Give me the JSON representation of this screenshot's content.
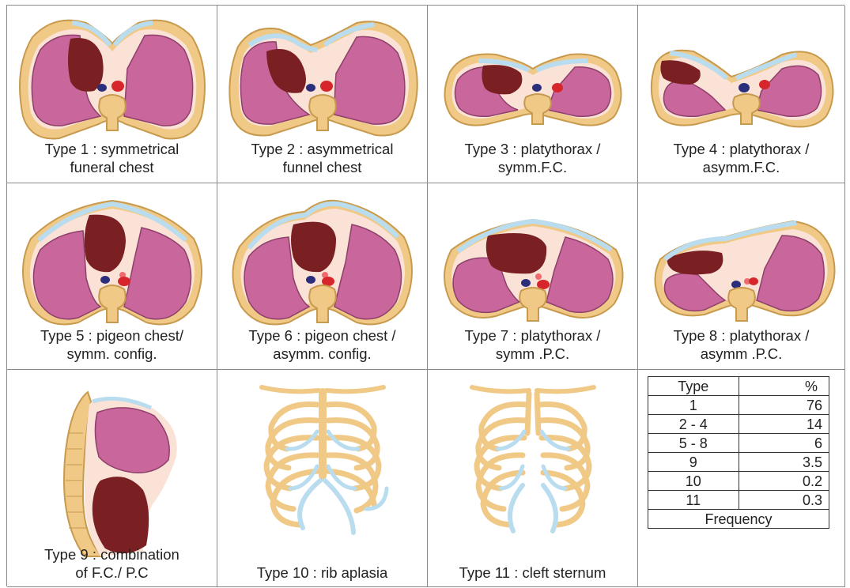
{
  "figure": {
    "panels": [
      {
        "caption": "Type 1 : symmetrical\nfuneral chest"
      },
      {
        "caption": "Type 2 : asymmetrical\nfunnel chest"
      },
      {
        "caption": "Type 3 : platythorax /\nsymm.F.C."
      },
      {
        "caption": "Type 4 : platythorax /\nasymm.F.C."
      },
      {
        "caption": "Type 5 : pigeon chest/\nsymm. config."
      },
      {
        "caption": "Type 6 : pigeon chest /\nasymm. config."
      },
      {
        "caption": "Type 7 : platythorax /\nsymm .P.C."
      },
      {
        "caption": "Type 8 : platythorax /\nasymm .P.C."
      },
      {
        "caption": "Type 9 : combination\nof F.C./ P.C"
      },
      {
        "caption": "Type 10 : rib aplasia"
      },
      {
        "caption": "Type 11 : cleft sternum"
      }
    ]
  },
  "frequency_table": {
    "headers": [
      "Type",
      "%"
    ],
    "rows": [
      {
        "type": "1",
        "pct": "76"
      },
      {
        "type": "2 - 4",
        "pct": "14"
      },
      {
        "type": "5 - 8",
        "pct": "6"
      },
      {
        "type": "9",
        "pct": "3.5"
      },
      {
        "type": "10",
        "pct": "0.2"
      },
      {
        "type": "11",
        "pct": "0.3"
      }
    ],
    "footer": "Frequency"
  },
  "colors": {
    "lung": "#c9679c",
    "heart": "#7a1f22",
    "bone": "#f0c987",
    "bone_outline": "#c79a4e",
    "cartilage": "#b9dcef",
    "tissue": "#fbe2d6",
    "aorta": "#d7262b",
    "vein": "#2b2e7a"
  }
}
